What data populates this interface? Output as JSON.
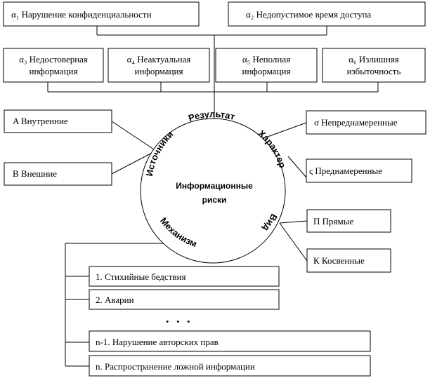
{
  "top_row": [
    "α₁   Нарушение конфиденциальности",
    "α₂   Недопустимое время доступа"
  ],
  "second_row": [
    [
      "α₃  Недостоверная",
      "информация"
    ],
    [
      "α₄  Неактуальная",
      "информация"
    ],
    [
      "α₅  Неполная",
      "информация"
    ],
    [
      "α₆   Излишняя",
      "избыточность"
    ]
  ],
  "left_boxes": [
    "A   Внутренние",
    "B   Внешние"
  ],
  "right_boxes": [
    "σ  Непреднамеренные",
    "ς  Преднамеренные",
    "П  Прямые",
    "К  Косвенные"
  ],
  "circle": {
    "center_line1": "Информационные",
    "center_line2": "риски",
    "arc_result": "Результат",
    "arc_sources": "Источники",
    "arc_character": "Характер",
    "arc_mechanism": "Механизм",
    "arc_vid": "Вид"
  },
  "mechanism_list": [
    "1. Стихийные бедствия",
    "2. Аварии",
    "n-1. Нарушение авторских прав",
    "n. Распространение ложной информации"
  ],
  "ellipsis": ". . ."
}
